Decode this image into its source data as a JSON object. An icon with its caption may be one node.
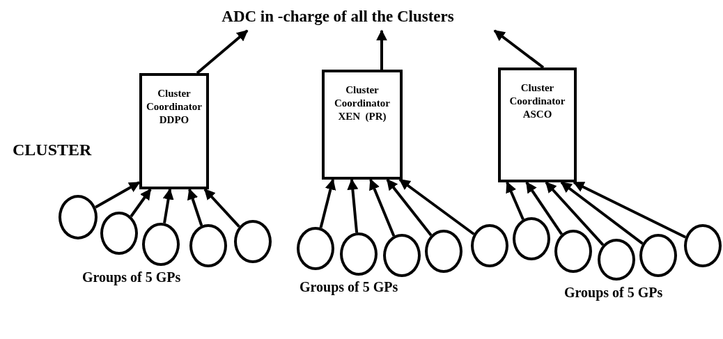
{
  "diagram": {
    "nodes": [
      {
        "text": [
          "ADC in -charge of all the Clusters"
        ]
      },
      {
        "text": [
          "Cluster Coordinator DDPO"
        ]
      },
      {
        "text": [
          "Cluster Coordinator XEN  (PR)"
        ]
      },
      {
        "text": [
          "Cluster Coordinator ASCO"
        ]
      },
      {
        "text": [],
        "shape": "circle"
      },
      {
        "text": [],
        "shape": "circle"
      },
      {
        "text": [],
        "shape": "circle"
      },
      {
        "text": [],
        "shape": "circle"
      },
      {
        "text": [],
        "shape": "circle"
      },
      {
        "text": [],
        "shape": "circle"
      },
      {
        "text": [],
        "shape": "circle"
      },
      {
        "text": [],
        "shape": "circle"
      },
      {
        "text": [],
        "shape": "circle"
      },
      {
        "text": [],
        "shape": "circle"
      },
      {
        "text": [],
        "shape": "circle"
      },
      {
        "text": [],
        "shape": "circle"
      },
      {
        "text": [],
        "shape": "circle"
      },
      {
        "text": [],
        "shape": "circle"
      },
      {
        "text": [],
        "shape": "circle"
      }
    ],
    "edges": [
      {
        "from": 1,
        "to": 0,
        "arrow": "to"
      },
      {
        "from": 2,
        "to": 0,
        "arrow": "to"
      },
      {
        "from": 3,
        "to": 0,
        "arrow": "to"
      },
      {
        "from": 4,
        "to": 1,
        "arrow": "to"
      },
      {
        "from": 5,
        "to": 1,
        "arrow": "to"
      },
      {
        "from": 6,
        "to": 1,
        "arrow": "to"
      },
      {
        "from": 7,
        "to": 1,
        "arrow": "to"
      },
      {
        "from": 8,
        "to": 1,
        "arrow": "to"
      },
      {
        "from": 9,
        "to": 2,
        "arrow": "to"
      },
      {
        "from": 10,
        "to": 2,
        "arrow": "to"
      },
      {
        "from": 11,
        "to": 2,
        "arrow": "to"
      },
      {
        "from": 12,
        "to": 2,
        "arrow": "to"
      },
      {
        "from": 13,
        "to": 2,
        "arrow": "to"
      },
      {
        "from": 14,
        "to": 3,
        "arrow": "to"
      },
      {
        "from": 15,
        "to": 3,
        "arrow": "to"
      },
      {
        "from": 16,
        "to": 3,
        "arrow": "to"
      },
      {
        "from": 17,
        "to": 3,
        "arrow": "to"
      },
      {
        "from": 18,
        "to": 3,
        "arrow": "to"
      }
    ],
    "labels": [
      "CLUSTER",
      "Groups of 5 GPs",
      "Groups of 5 GPs",
      "Groups of 5 GPs"
    ]
  }
}
